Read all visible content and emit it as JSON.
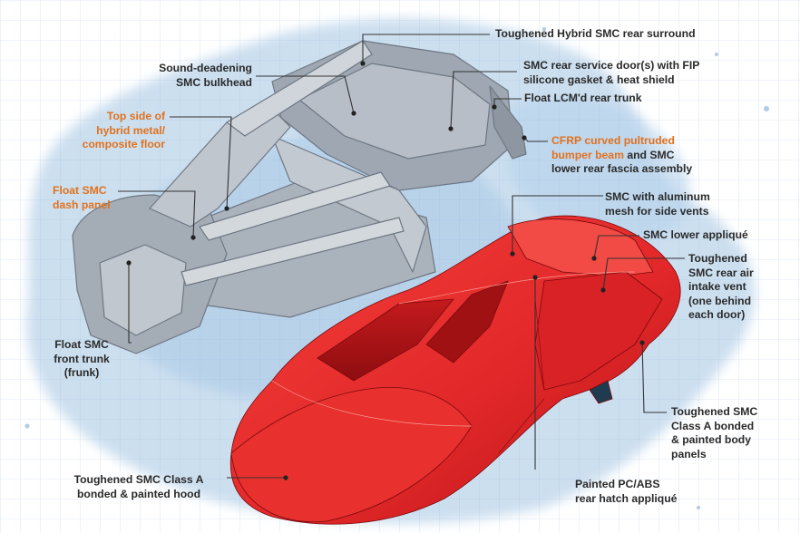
{
  "colors": {
    "accent_orange": "#e0721f",
    "body_red": "#e3282a",
    "frame_gray": "#9ea7b2",
    "leader_line": "#333333",
    "label_text": "#2a2a2a",
    "background_wash": "#c7dcee"
  },
  "labels": {
    "rear_surround": [
      "Toughened Hybrid SMC rear surround"
    ],
    "bulkhead": [
      "Sound-deadening",
      "SMC bulkhead"
    ],
    "service_door": [
      "SMC rear service door(s) with FIP",
      "silicone gasket & heat shield"
    ],
    "rear_trunk": [
      "Float LCM'd rear trunk"
    ],
    "floor": [
      "Top side of",
      "hybrid metal/",
      "composite floor"
    ],
    "bumper_beam": [
      "CFRP curved pultruded",
      "bumper beam",
      "and SMC",
      "lower rear fascia assembly"
    ],
    "dash_panel": [
      "Float SMC",
      "dash panel"
    ],
    "side_vents": [
      "SMC with aluminum",
      "mesh for side vents"
    ],
    "lower_applique": [
      "SMC lower appliqué"
    ],
    "air_intake": [
      "Toughened",
      "SMC rear air",
      "intake vent",
      "(one behind",
      "each door)"
    ],
    "frunk": [
      "Float SMC",
      "front trunk",
      "(frunk)"
    ],
    "body_panels": [
      "Toughened SMC",
      "Class A bonded",
      "& painted body",
      "panels"
    ],
    "hood": [
      "Toughened SMC Class A",
      "bonded & painted hood"
    ],
    "hatch_applique": [
      "Painted PC/ABS",
      "rear hatch appliqué"
    ]
  }
}
